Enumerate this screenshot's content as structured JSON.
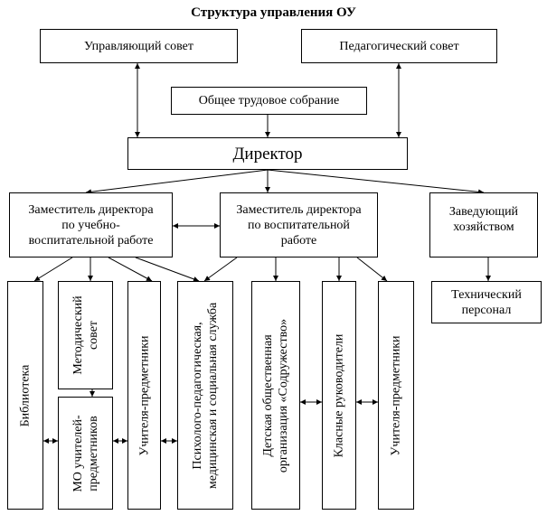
{
  "title": "Структура управления ОУ",
  "boxes": {
    "upr_sovet": "Управляющий совет",
    "ped_sovet": "Педагогический совет",
    "obsh_sobranie": "Общее трудовое собрание",
    "director": "Директор",
    "zam_uvr": [
      "Заместитель директора",
      "по учебно-",
      "воспитательной работе"
    ],
    "zam_vr": [
      "Заместитель директора",
      "по воспитательной",
      "работе"
    ],
    "zav_hoz": [
      "Заведующий",
      "хозяйством"
    ],
    "tech_personal": [
      "Технический",
      "персонал"
    ],
    "biblioteka": "Библиотека",
    "metod_sovet": [
      "Методический",
      "совет"
    ],
    "mo_uchiteley": [
      "МО учителей-",
      "предметников"
    ],
    "uchitelya_1": "Учителя-предметники",
    "psiho_sluzhba": [
      "Психолого-педагогическая,",
      "медицинская и социальная служба"
    ],
    "detskaya_org": [
      "Детская общественная",
      "организация «Содружество»"
    ],
    "klassnye": "Класные руководители",
    "uchitelya_2": "Учителя-предметники"
  }
}
